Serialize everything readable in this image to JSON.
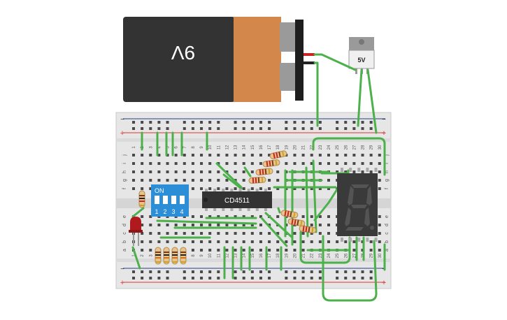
{
  "battery": {
    "label": "9V",
    "body_color": "#333333",
    "cap_color": "#d4874a"
  },
  "regulator": {
    "label": "5V"
  },
  "chip": {
    "label": "CD4511"
  },
  "dip_switch": {
    "label_on": "ON",
    "positions": [
      "1",
      "2",
      "3",
      "4"
    ],
    "body_color": "#2b8ed6"
  },
  "breadboard": {
    "column_labels": [
      "1",
      "2",
      "3",
      "4",
      "5",
      "6",
      "7",
      "8",
      "9",
      "10",
      "11",
      "12",
      "13",
      "14",
      "15",
      "16",
      "17",
      "18",
      "19",
      "20",
      "21",
      "22",
      "23",
      "24",
      "25",
      "26",
      "27",
      "28",
      "29",
      "30"
    ],
    "row_labels_top": [
      "j",
      "i",
      "h",
      "g",
      "f"
    ],
    "row_labels_bottom": [
      "e",
      "d",
      "c",
      "b",
      "a"
    ],
    "rail_minus": "−",
    "rail_plus": "+"
  },
  "display": {
    "type": "7-segment",
    "digit": "8"
  },
  "colors": {
    "wire": "#4cb04b",
    "led": "#b0191e",
    "rail_red": "#d33",
    "rail_blue": "#2a3e8a"
  }
}
